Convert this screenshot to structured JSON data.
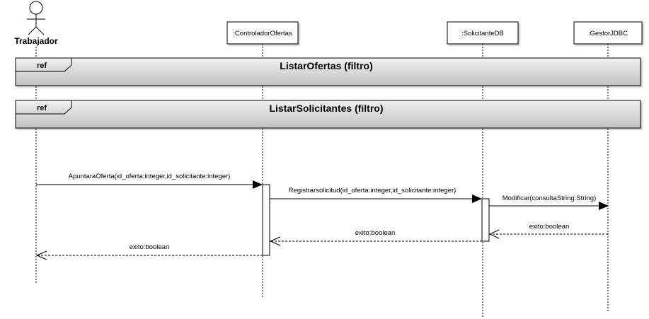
{
  "actor": {
    "label": "Trabajador"
  },
  "lifelines": [
    {
      "id": "controlador",
      "label": ":ControladorOfertas"
    },
    {
      "id": "solicitante",
      "label": ":SolicitanteDB"
    },
    {
      "id": "gestor",
      "label": ":GestorJDBC"
    }
  ],
  "refs": [
    {
      "tag": "ref",
      "title": "ListarOfertas (filtro)"
    },
    {
      "tag": "ref",
      "title": "ListarSolicitantes (filtro)"
    }
  ],
  "messages": [
    {
      "label": "ApuntaraOferta(id_oferta:integer,id_solicitante:integer)",
      "kind": "call"
    },
    {
      "label": "Registrarsolicitud(id_oferta:integer,id_solicitante:integer)",
      "kind": "call"
    },
    {
      "label": "Modificar(consultaString:String)",
      "kind": "call"
    },
    {
      "label": "exito:boolean",
      "kind": "return"
    },
    {
      "label": "exito:boolean",
      "kind": "return"
    },
    {
      "label": "exito:boolean",
      "kind": "return"
    }
  ],
  "colors": {
    "ref_fill_top": "#eeeeee",
    "ref_fill_bottom": "#c4c4c4",
    "line": "#000000"
  }
}
